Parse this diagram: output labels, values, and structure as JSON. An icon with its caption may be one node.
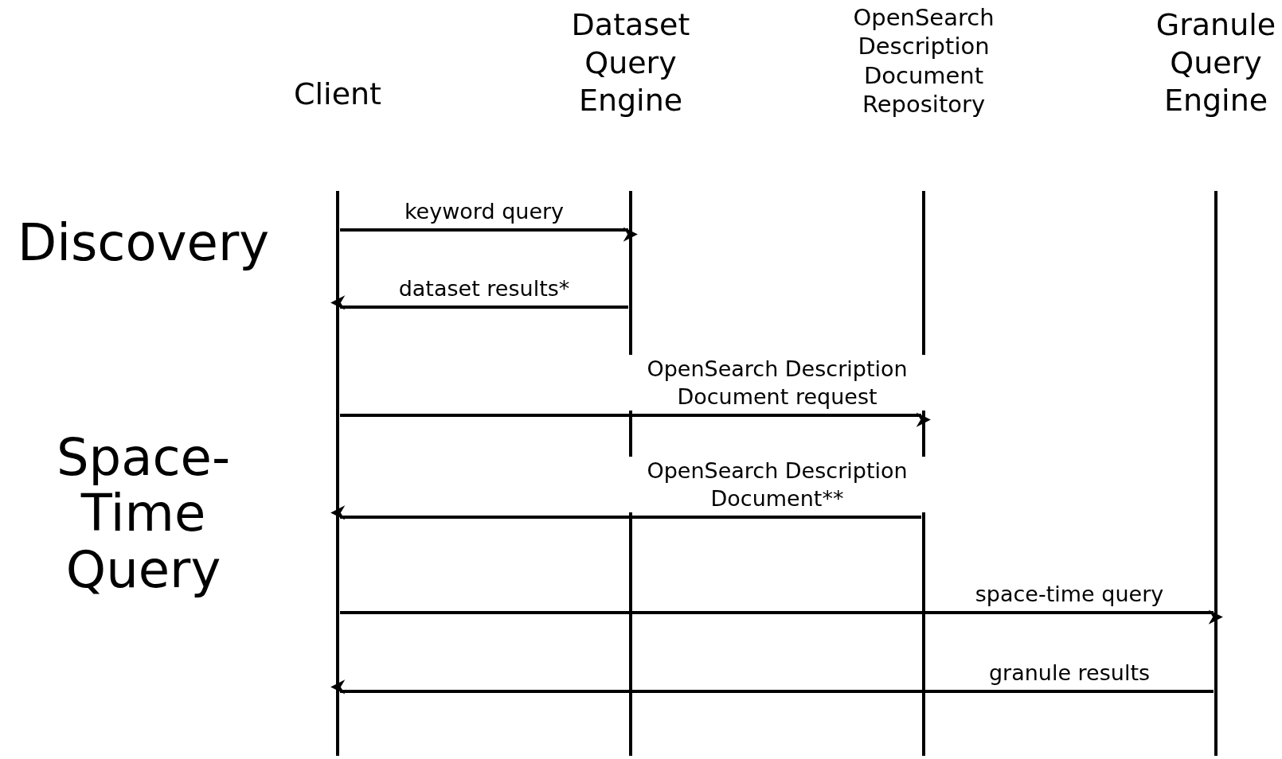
{
  "diagram": {
    "nodes": [
      {
        "text": [
          "Client"
        ]
      },
      {
        "text": [
          "Dataset Query Engine"
        ]
      },
      {
        "text": [
          "OpenSearch Description Document Repository"
        ]
      },
      {
        "text": [
          "Granule Query Engine"
        ]
      }
    ],
    "edges": [
      {
        "from": 0,
        "to": 1,
        "arrow": "to",
        "label": "keyword query"
      },
      {
        "from": 1,
        "to": 0,
        "arrow": "to",
        "label": "dataset results*"
      },
      {
        "from": 0,
        "to": 2,
        "arrow": "to",
        "label": "OpenSearch Description Document request"
      },
      {
        "from": 2,
        "to": 0,
        "arrow": "to",
        "label": "OpenSearch Description Document**"
      },
      {
        "from": 0,
        "to": 3,
        "arrow": "to",
        "label": "space-time query"
      },
      {
        "from": 3,
        "to": 0,
        "arrow": "to",
        "label": "granule results"
      }
    ],
    "labels": [
      "Discovery",
      "Space- Time Query"
    ]
  }
}
